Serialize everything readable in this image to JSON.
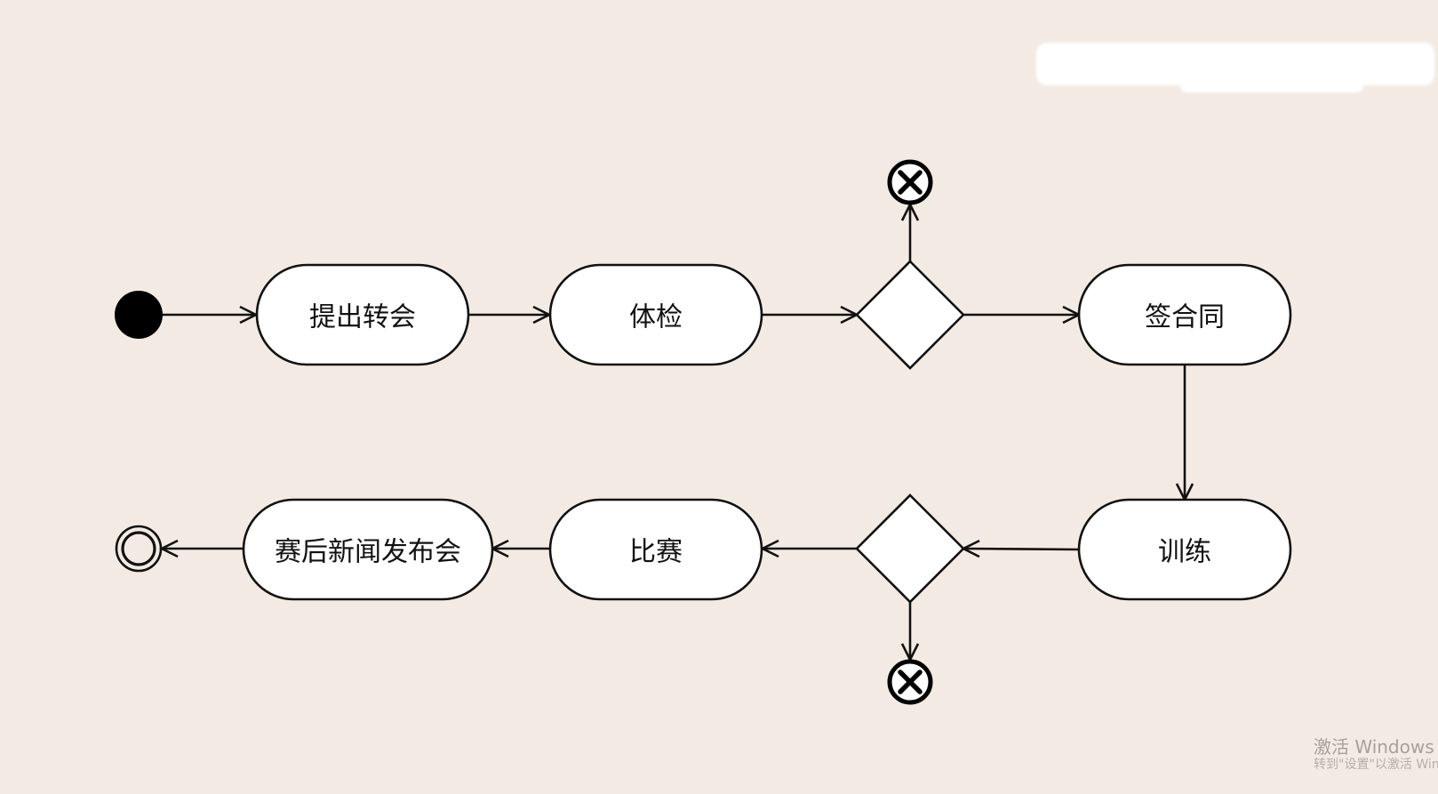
{
  "diagram": {
    "activities": {
      "transfer_request": "提出转会",
      "medical_check": "体检",
      "sign_contract": "签合同",
      "training": "训练",
      "match": "比赛",
      "press_conference": "赛后新闻发布会"
    }
  },
  "watermark": {
    "line1": "激活 Windows",
    "line2": "转到\"设置\"以激活 Windows"
  }
}
